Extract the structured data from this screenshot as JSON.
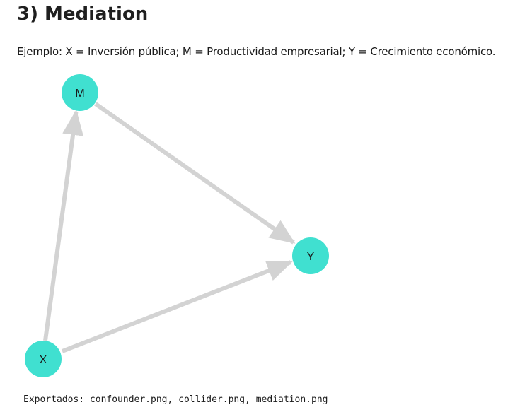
{
  "heading": "3) Mediation",
  "description": "Ejemplo: X = Inversión pública; M = Productividad empresarial; Y = Crecimiento económico.",
  "graph": {
    "nodes": [
      {
        "id": "M",
        "label": "M"
      },
      {
        "id": "Y",
        "label": "Y"
      },
      {
        "id": "X",
        "label": "X"
      }
    ],
    "edges": [
      {
        "from": "X",
        "to": "M"
      },
      {
        "from": "M",
        "to": "Y"
      },
      {
        "from": "X",
        "to": "Y"
      }
    ],
    "node_color": "#40E0D0",
    "edge_color": "#D3D3D3"
  },
  "output_text": "Exportados: confounder.png, collider.png, mediation.png"
}
